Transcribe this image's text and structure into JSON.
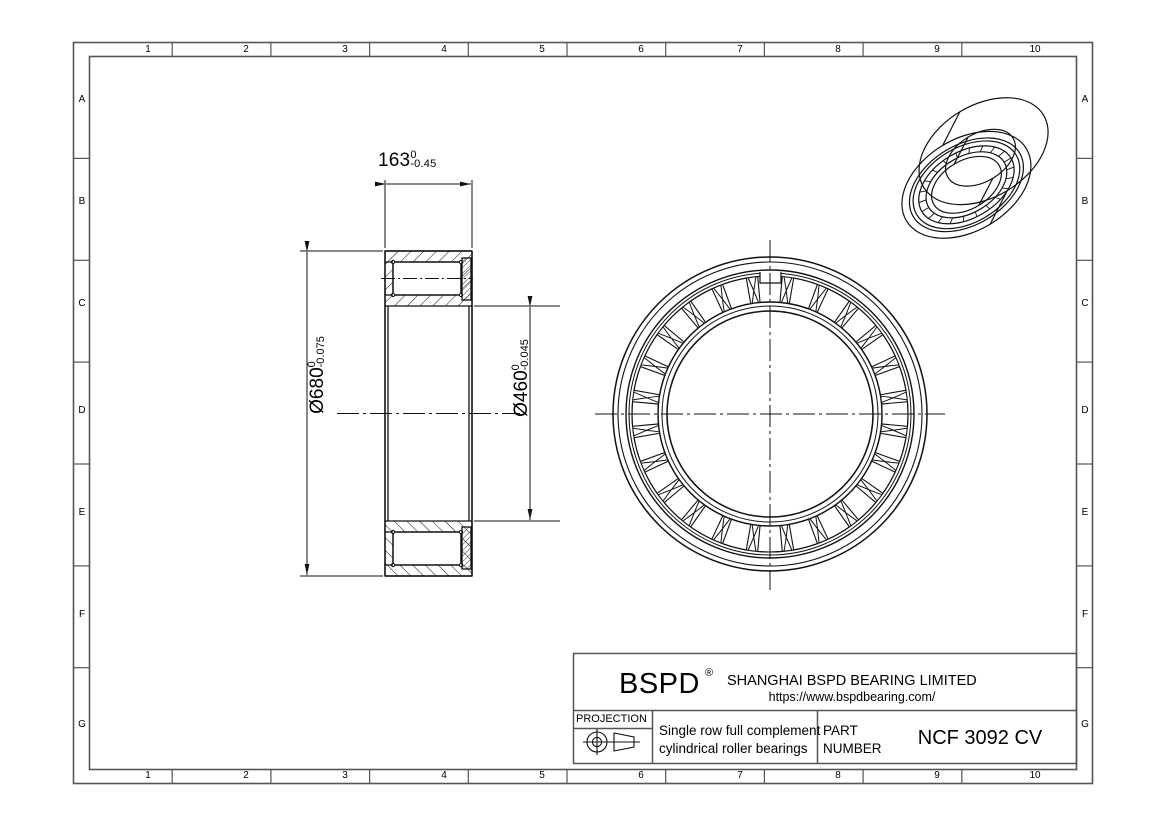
{
  "drawing": {
    "sheet_type": "engineering-drawing",
    "frame": {
      "columns": [
        "1",
        "2",
        "3",
        "4",
        "5",
        "6",
        "7",
        "8",
        "9",
        "10"
      ],
      "rows": [
        "A",
        "B",
        "C",
        "D",
        "E",
        "F",
        "G"
      ]
    }
  },
  "dimensions": {
    "width": {
      "value": "163",
      "tol_upper": "0",
      "tol_lower": "-0.45",
      "symbol": ""
    },
    "outer_diameter": {
      "value": "680",
      "tol_upper": "0",
      "tol_lower": "-0.075",
      "symbol": "Ø"
    },
    "bore_diameter": {
      "value": "460",
      "tol_upper": "0",
      "tol_lower": "-0.045",
      "symbol": "Ø"
    }
  },
  "title_block": {
    "logo": "BSPD",
    "registered_mark": "®",
    "company": "SHANGHAI BSPD BEARING LIMITED",
    "website": "https://www.bspdbearing.com/",
    "projection_label": "PROJECTION",
    "projection_type": "first-angle",
    "description_line1": "Single row full complement",
    "description_line2": "cylindrical roller bearings",
    "part_number_label_line1": "PART",
    "part_number_label_line2": "NUMBER",
    "part_number": "NCF 3092 CV"
  },
  "views": {
    "section_view": {
      "name": "cross-section-view",
      "rollers_shown": 2,
      "hatched": true
    },
    "front_view": {
      "name": "front-circular-view",
      "roller_count": 24
    },
    "iso_view": {
      "name": "isometric-bearing-view"
    }
  },
  "colors": {
    "line": "#1a1a1a",
    "frame": "#4d4d4d",
    "background": "#ffffff"
  }
}
